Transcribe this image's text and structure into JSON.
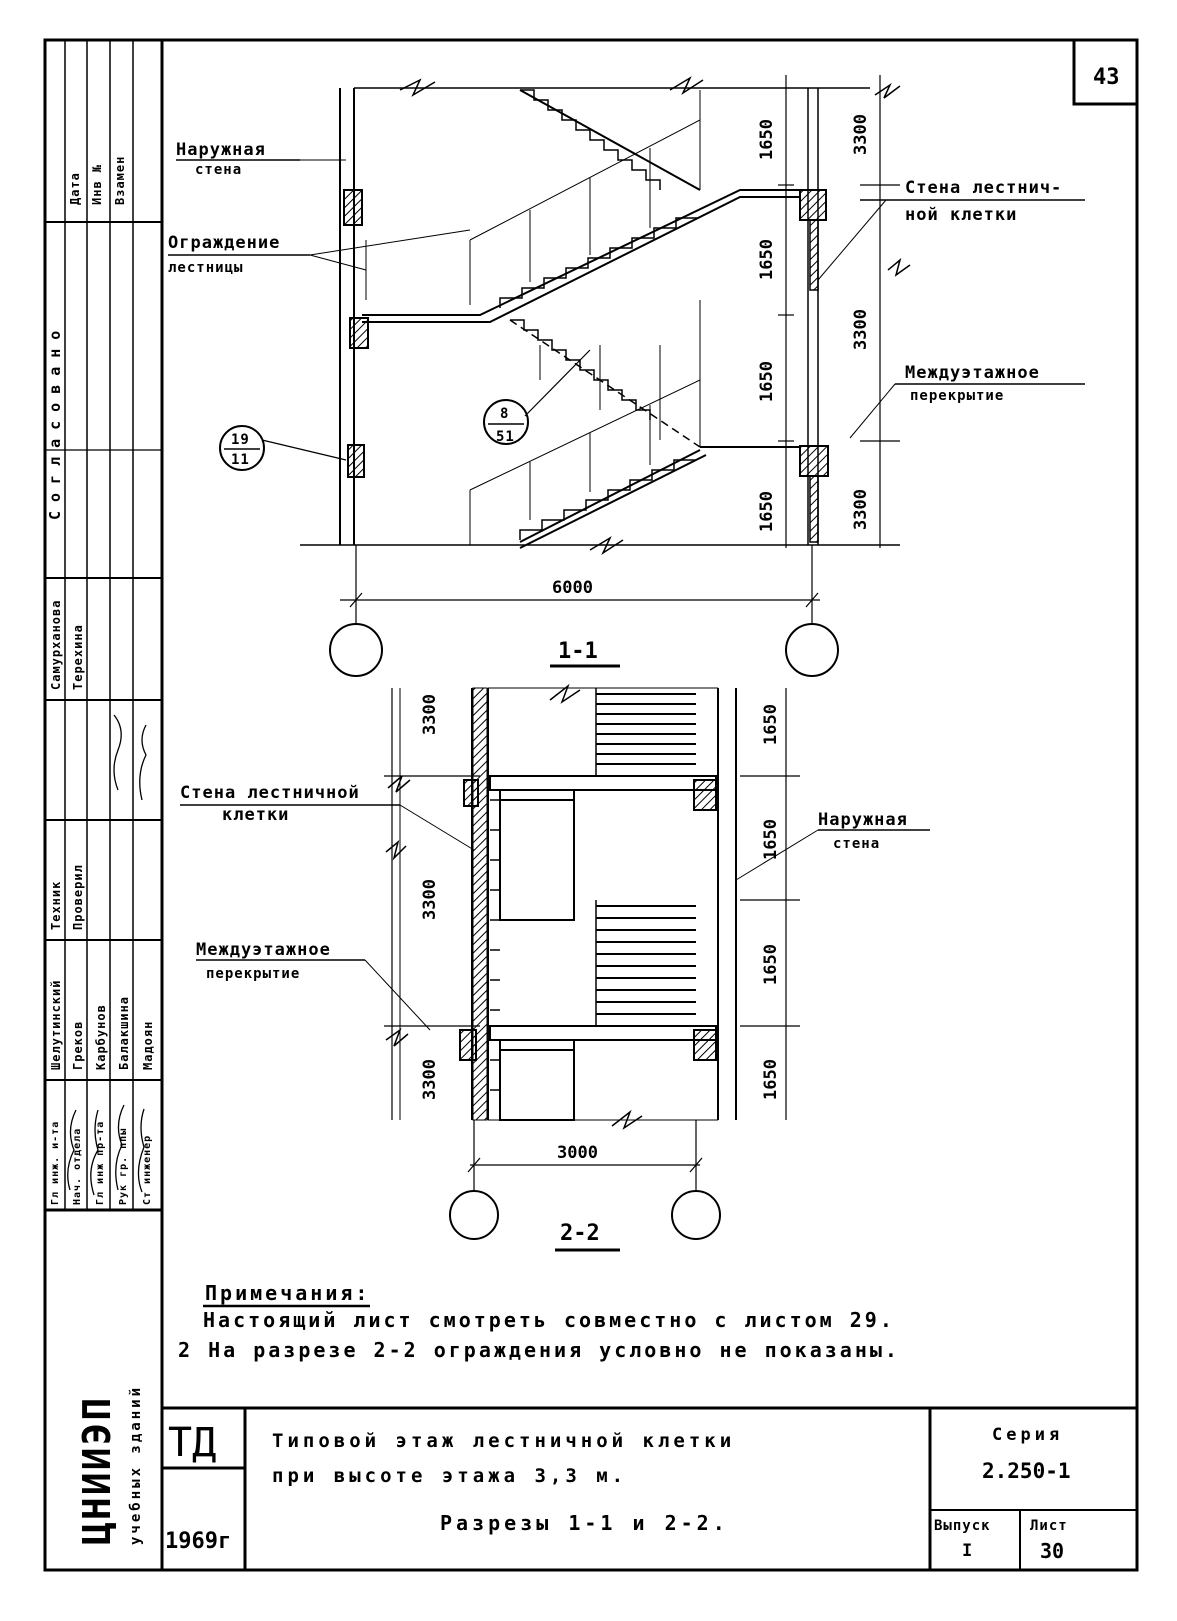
{
  "sheet": {
    "number": "43"
  },
  "section_1": {
    "label_outer_wall": [
      "Наружная",
      "стена"
    ],
    "label_railing": [
      "Ограждение",
      "лестницы"
    ],
    "label_stair_wall": [
      "Стена лестнич-",
      "ной клетки"
    ],
    "label_floor": [
      "Междуэтажное",
      "перекрытие"
    ],
    "ref_left": [
      "19",
      "11"
    ],
    "ref_center": [
      "8",
      "51"
    ],
    "dims_inner": [
      "1650",
      "1650",
      "1650",
      "1650"
    ],
    "dims_outer": [
      "3300",
      "3300",
      "3300"
    ],
    "dim_width": "6000",
    "caption": "1-1"
  },
  "section_2": {
    "label_stair_wall": [
      "Стена лестничной",
      "клетки"
    ],
    "label_outer_wall": [
      "Наружная",
      "стена"
    ],
    "label_floor": [
      "Междуэтажное",
      "перекрытие"
    ],
    "dims_left": [
      "3300",
      "3300",
      "3300"
    ],
    "dims_right": [
      "1650",
      "1650",
      "1650",
      "1650"
    ],
    "dim_width": "3000",
    "caption": "2-2"
  },
  "notes": {
    "heading": "Примечания:",
    "items": [
      "Настоящий лист смотреть совместно с листом 29.",
      "2 На разрезе 2-2 ограждения условно не показаны."
    ]
  },
  "title_block": {
    "code": "ТД",
    "year": "1969г",
    "title_line1": "Типовой этаж лестничной клетки",
    "title_line2": "при высоте этажа 3,3 м.",
    "title_line3": "Разрезы 1-1 и 2-2.",
    "series_label": "Серия",
    "series_value": "2.250-1",
    "issue_label": "Выпуск",
    "issue_value": "I",
    "sheet_label": "Лист",
    "sheet_value": "30"
  },
  "stamp": {
    "org_name": "ЦНИИЭП",
    "org_sub": "учебных зданий",
    "top_fields": [
      "Дата",
      "Инв №",
      "Взамен"
    ],
    "agreed": "Согласовано",
    "col_a": [
      "Самурханова",
      "Терехина"
    ],
    "col_b": [
      "Техник",
      "Проверил"
    ],
    "col_c": [
      "Шелутинский",
      "Греков",
      "Карбунов",
      "Балакшина",
      "Мадоян"
    ],
    "roles": [
      "Гл инж. и-та",
      "Нач. отдела",
      "Гл инж пр-та",
      "Рук гр. ппы",
      "Ст инженер"
    ]
  },
  "colors": {
    "ink": "#000000",
    "paper": "#ffffff"
  }
}
